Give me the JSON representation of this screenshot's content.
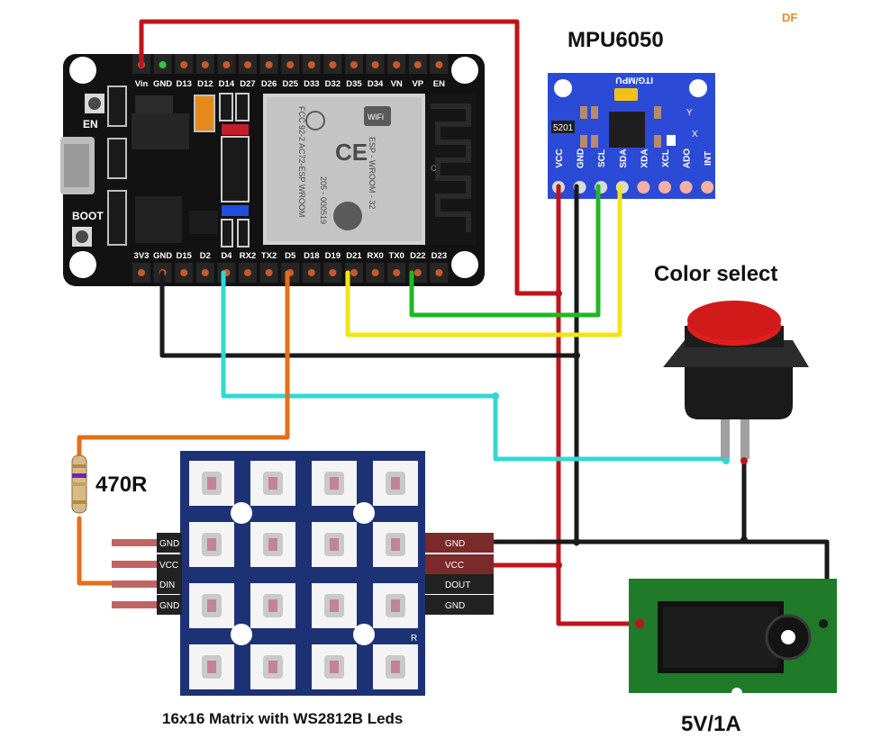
{
  "brand": "DF",
  "labels": {
    "mpu_title": "MPU6050",
    "button_title": "Color select",
    "resistor": "470R",
    "matrix": "16x16 Matrix with WS2812B Leds",
    "power": "5V/1A"
  },
  "esp32": {
    "top_pins": [
      "Vin",
      "GND",
      "D13",
      "D12",
      "D14",
      "D27",
      "D26",
      "D25",
      "D33",
      "D32",
      "D35",
      "D34",
      "VN",
      "VP",
      "EN"
    ],
    "bottom_pins": [
      "3V3",
      "GND",
      "D15",
      "D2",
      "D4",
      "RX2",
      "TX2",
      "D5",
      "D18",
      "D19",
      "D21",
      "RX0",
      "TX0",
      "D22",
      "D23"
    ],
    "en_label": "EN",
    "boot_label": "BOOT",
    "module": {
      "wifi": "WiFi",
      "fcc": "FCC 92-2 AC72-ESP WROOM",
      "model": "ESP - WROOM - 32",
      "r_code": "205 - 000519",
      "ce": "CE",
      "c_mark": "C"
    }
  },
  "mpu": {
    "header": "ITG/MPU",
    "chip_code": "5201",
    "pins": [
      "VCC",
      "GND",
      "SCL",
      "SDA",
      "XDA",
      "XCL",
      "ADO",
      "INT"
    ],
    "axis_y": "Y",
    "axis_x": "X"
  },
  "matrix": {
    "left_pins": [
      "GND",
      "VCC",
      "DIN",
      "GND"
    ],
    "right_pins": [
      "GND",
      "VCC",
      "DOUT",
      "GND"
    ],
    "mark": "R"
  },
  "colors": {
    "red_wire": "#c0141a",
    "black_wire": "#1a1a1a",
    "green_wire": "#1fb824",
    "yellow_wire": "#f2e415",
    "cyan_wire": "#31d8d2",
    "orange_wire": "#e0701e",
    "board": "#111111",
    "mpu_board": "#2b4bd6",
    "matrix_board": "#1d3274",
    "power_board": "#1f7a2a"
  }
}
